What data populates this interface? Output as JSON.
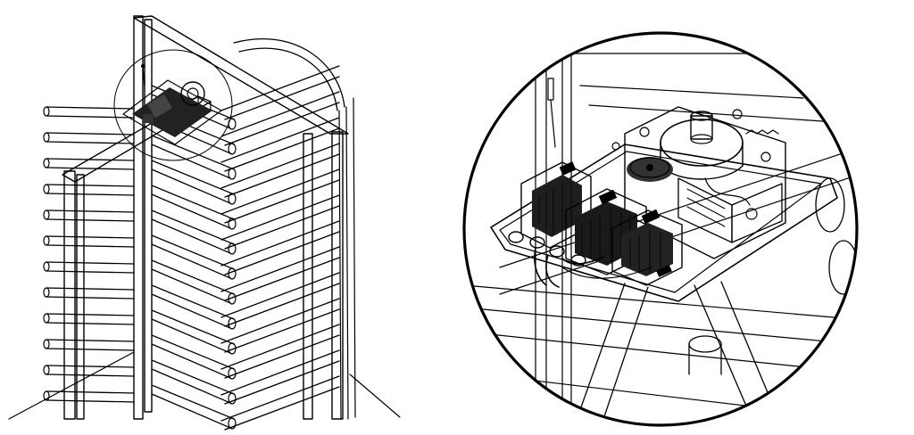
{
  "figure": {
    "left_view": {
      "subject": "full-height-turnstile-isometric",
      "bar_rows_left_wing": 12,
      "bar_rows_right_wing": 13,
      "callout_shape": "ellipse"
    },
    "right_view": {
      "subject": "turnstile-drive-unit-detail",
      "callout_shape": "circle"
    },
    "colors": {
      "background": "#ffffff",
      "ink": "#000000"
    },
    "icons": [
      "magnifier-callout-icon"
    ]
  }
}
